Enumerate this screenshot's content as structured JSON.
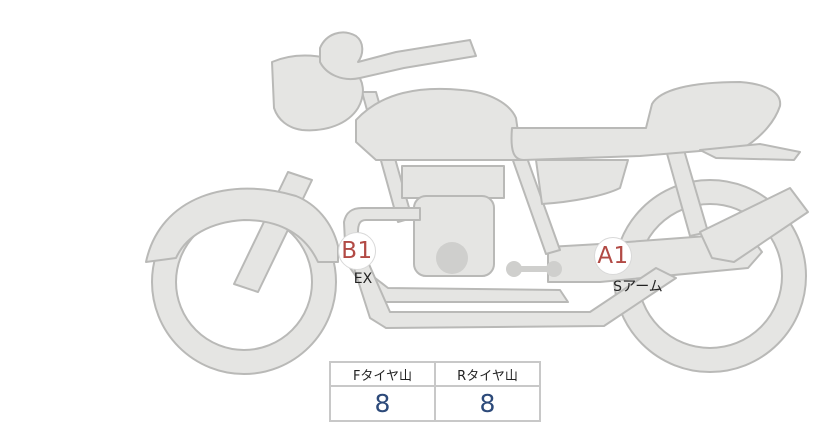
{
  "markers": [
    {
      "code": "B1",
      "label": "EX"
    },
    {
      "code": "A1",
      "label": "Sアーム"
    }
  ],
  "tire_table": {
    "headers": [
      "Fタイヤ山",
      "Rタイヤ山"
    ],
    "values": [
      "8",
      "8"
    ]
  },
  "colors": {
    "bike_fill": "#e5e5e3",
    "bike_outline": "#b9b9b7",
    "marker_text": "#b24a45",
    "value_text": "#2d4a7a"
  }
}
